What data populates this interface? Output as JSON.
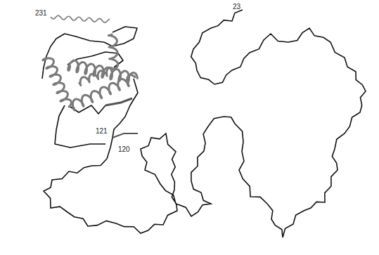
{
  "diagram": {
    "labels": [
      "231",
      "23",
      "121",
      "120"
    ]
  }
}
